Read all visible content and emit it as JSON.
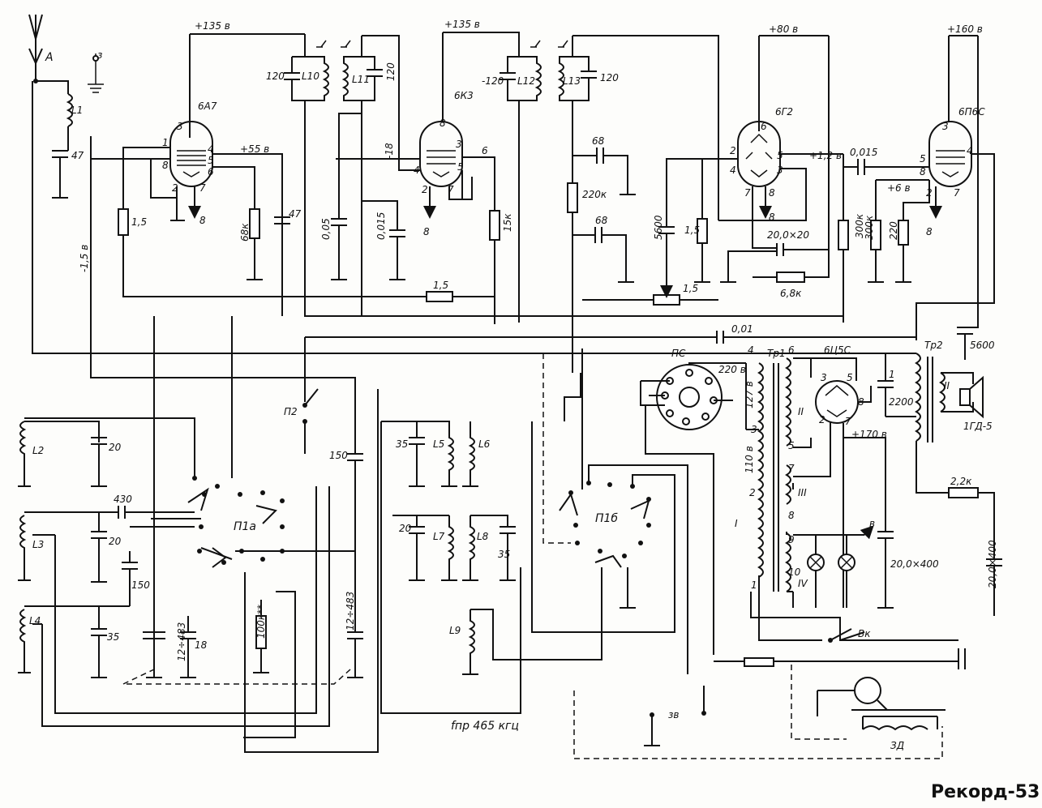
{
  "title": "Рекорд-53",
  "supply": {
    "v135_a": "+135 в",
    "v135_b": "+135 в",
    "v80": "+80 в",
    "v160": "+160 в",
    "v55": "+55 в",
    "v170": "+170 в",
    "v_m18": "-18",
    "v_m15": "-1,5 в",
    "v_p12": "+1,2 в",
    "v_p6": "+6 в"
  },
  "tubes": {
    "t1": "6А7",
    "t2": "6К3",
    "t3": "6Г2",
    "t4": "6П6С",
    "rect": "6Ц5С"
  },
  "pins": {
    "t1": [
      "3",
      "1",
      "8",
      "2",
      "4",
      "5",
      "6",
      "7",
      "8"
    ],
    "t2": [
      "8",
      "3",
      "6",
      "4",
      "5",
      "2",
      "7",
      "8"
    ],
    "t3": [
      "6",
      "2",
      "4",
      "5",
      "3",
      "7",
      "8",
      "8"
    ],
    "t4": [
      "3",
      "5",
      "8",
      "4",
      "2",
      "7",
      "8"
    ],
    "rect": [
      "3",
      "5",
      "2",
      "7",
      "8"
    ]
  },
  "coils": {
    "L1": "L1",
    "L2": "L2",
    "L3": "L3",
    "L4": "L4",
    "L5": "L5",
    "L6": "L6",
    "L7": "L7",
    "L8": "L8",
    "L9": "L9",
    "L10": "L10",
    "L11": "L11",
    "L12": "L12",
    "L13": "L13"
  },
  "values": {
    "c47a": "47",
    "c120a": "120",
    "c120b": "120",
    "c120c": "-120",
    "c120d": "120",
    "r15a": "1,5",
    "r68k": "68к",
    "c47b": "47",
    "c005": "0,05",
    "c0015a": "0,015",
    "r15k": "15к",
    "r15b": "1,5",
    "c68a": "68",
    "r220k": "220к",
    "c68b": "68",
    "c5600a": "5600",
    "r15c": "1,5",
    "r15d": "1,5",
    "c20x20": "20,0×20",
    "r68kb": "6,8к",
    "c0015b": "0,015",
    "r300ka": "300к",
    "r300kb": "300к",
    "r220": "220",
    "c001": "0,01",
    "c5600b": "5600",
    "c2200": "2200",
    "r22k": "2,2к",
    "c20x400a": "20,0×400",
    "c20x400b": "20,0×400",
    "c20a": "20",
    "c430": "430",
    "c20b": "20",
    "c150a": "150",
    "c35a": "35",
    "c12_483a": "12÷483",
    "c18": "18",
    "r100k": "100к**",
    "c12_483b": "12÷483",
    "c150b": "150",
    "c35b": "35",
    "c20c": "20",
    "c35c": "35",
    "one": "1"
  },
  "parts": {
    "antenna": "А",
    "ground": "з",
    "ps": "ПС",
    "tr1": "Тр1",
    "tr2": "Тр2",
    "speaker": "1ГД-5",
    "switch_p2": "П2",
    "switch_p1a": "П1а",
    "switch_p1b": "П1б",
    "vk": "Вк",
    "zd": "ЗД",
    "zv": "зв",
    "fpr": "fпр  465 кгц"
  },
  "transformer": {
    "mains_220": "220 в",
    "mains_127": "127 в",
    "mains_110": "110 в",
    "winding_I": "I",
    "winding_II": "II",
    "winding_III": "III",
    "winding_IV": "IV",
    "winding_spk": "II",
    "taps": [
      "4",
      "3",
      "2",
      "1",
      "6",
      "5",
      "7",
      "8",
      "9",
      "10"
    ],
    "heater_v": "в"
  },
  "colors": {
    "ink": "#111111",
    "paper": "#fdfdfb"
  }
}
